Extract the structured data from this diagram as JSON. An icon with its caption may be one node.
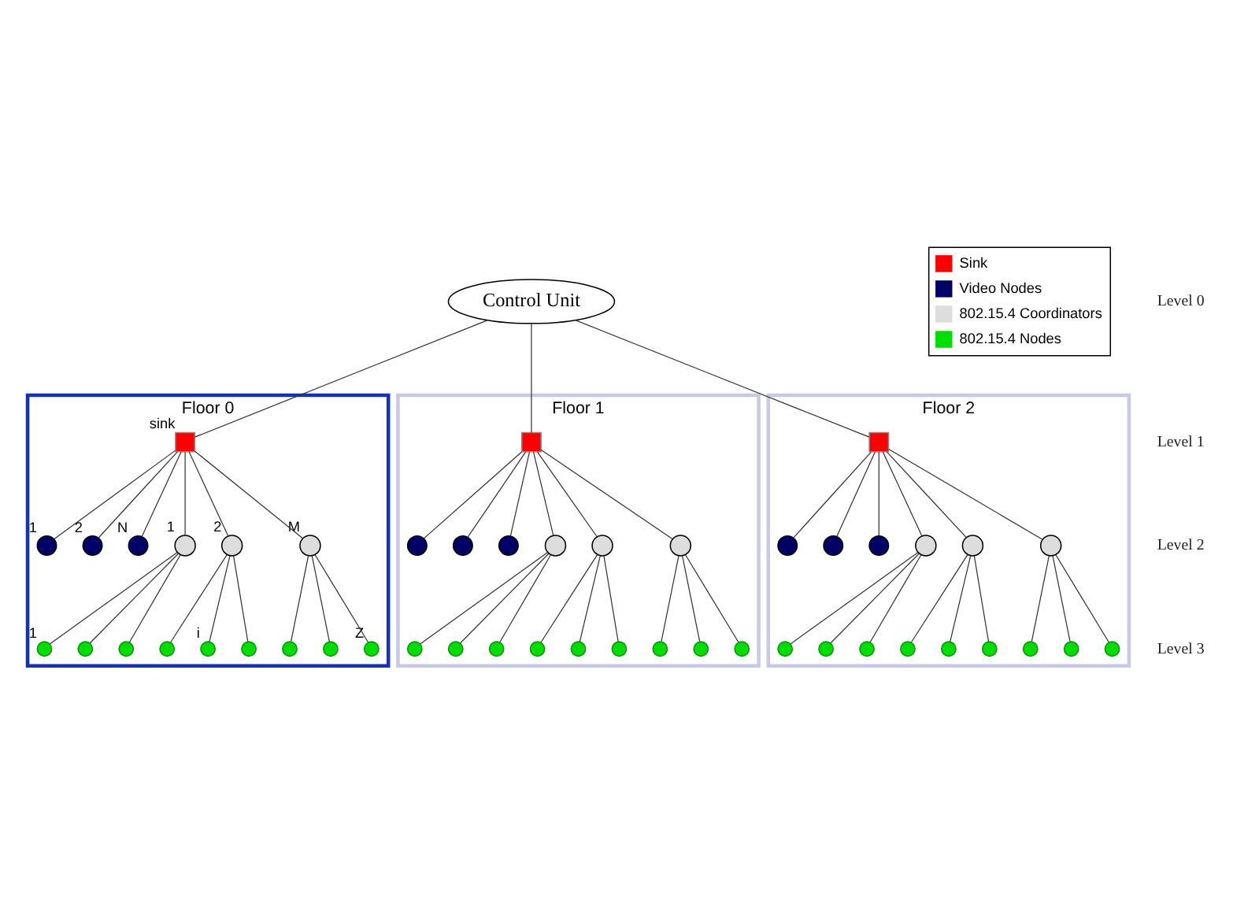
{
  "diagram": {
    "nodes": [
      {
        "text": [
          "Control Unit"
        ]
      },
      {
        "text": [
          "Floor 2"
        ]
      },
      {
        "text": [],
        "shape": "box",
        "in": 1
      },
      {
        "text": [],
        "shape": "circle",
        "in": 1
      },
      {
        "text": [],
        "shape": "circle",
        "in": 1
      },
      {
        "text": [],
        "shape": "circle",
        "in": 1
      },
      {
        "text": [],
        "shape": "circle",
        "in": 1
      },
      {
        "text": [],
        "shape": "circle",
        "in": 1
      },
      {
        "text": [],
        "shape": "circle",
        "in": 1
      },
      {
        "text": [],
        "shape": "circle",
        "in": 1
      },
      {
        "text": [],
        "shape": "circle",
        "in": 1
      },
      {
        "text": [],
        "shape": "circle",
        "in": 1
      },
      {
        "text": [],
        "shape": "circle",
        "in": 1
      },
      {
        "text": [],
        "shape": "circle",
        "in": 1
      },
      {
        "text": [],
        "shape": "circle",
        "in": 1
      },
      {
        "text": [],
        "shape": "circle",
        "in": 1
      },
      {
        "text": [],
        "shape": "circle",
        "in": 1
      },
      {
        "text": [],
        "shape": "circle",
        "in": 1
      },
      {
        "text": [
          "Floor 1"
        ]
      },
      {
        "text": [],
        "shape": "box",
        "in": 18
      },
      {
        "text": [],
        "shape": "circle",
        "in": 18
      },
      {
        "text": [],
        "shape": "circle",
        "in": 18
      },
      {
        "text": [],
        "shape": "circle",
        "in": 18
      },
      {
        "text": [],
        "shape": "circle",
        "in": 18
      },
      {
        "text": [],
        "shape": "circle",
        "in": 18
      },
      {
        "text": [],
        "shape": "circle",
        "in": 18
      },
      {
        "text": [],
        "shape": "circle",
        "in": 18
      },
      {
        "text": [],
        "shape": "circle",
        "in": 18
      },
      {
        "text": [],
        "shape": "circle",
        "in": 18
      },
      {
        "text": [],
        "shape": "circle",
        "in": 18
      },
      {
        "text": [],
        "shape": "circle",
        "in": 18
      },
      {
        "text": [],
        "shape": "circle",
        "in": 18
      },
      {
        "text": [],
        "shape": "circle",
        "in": 18
      },
      {
        "text": [],
        "shape": "circle",
        "in": 18
      },
      {
        "text": [],
        "shape": "circle",
        "in": 18
      },
      {
        "text": [
          "Floor 0"
        ]
      },
      {
        "text": [],
        "shape": "box",
        "in": 35,
        "beside": [
          "sink"
        ]
      },
      {
        "text": [],
        "shape": "circle",
        "in": 35,
        "beside": [
          "1"
        ]
      },
      {
        "text": [],
        "shape": "circle",
        "in": 35,
        "beside": [
          "2"
        ]
      },
      {
        "text": [],
        "shape": "circle",
        "in": 35,
        "beside": [
          "N"
        ]
      },
      {
        "text": [],
        "shape": "circle",
        "in": 35,
        "beside": [
          "1"
        ]
      },
      {
        "text": [],
        "shape": "circle",
        "in": 35,
        "beside": [
          "2"
        ]
      },
      {
        "text": [],
        "shape": "circle",
        "in": 35,
        "beside": [
          "M"
        ]
      },
      {
        "text": [],
        "shape": "circle",
        "in": 35,
        "beside": [
          "1"
        ]
      },
      {
        "text": [],
        "shape": "circle",
        "in": 35
      },
      {
        "text": [],
        "shape": "circle",
        "in": 35
      },
      {
        "text": [],
        "shape": "circle",
        "in": 35
      },
      {
        "text": [],
        "shape": "circle",
        "in": 35,
        "beside": [
          "i"
        ]
      },
      {
        "text": [],
        "shape": "circle",
        "in": 35
      },
      {
        "text": [],
        "shape": "circle",
        "in": 35
      },
      {
        "text": [],
        "shape": "circle",
        "in": 35
      },
      {
        "text": [],
        "shape": "circle",
        "in": 35,
        "beside": [
          "Z"
        ]
      }
    ],
    "edges": [
      {
        "from": 0,
        "to": 2,
        "arrow": "none"
      },
      {
        "from": 0,
        "to": 19,
        "arrow": "none"
      },
      {
        "from": 0,
        "to": 36,
        "arrow": "none"
      },
      {
        "from": 2,
        "to": 3,
        "arrow": "none"
      },
      {
        "from": 2,
        "to": 4,
        "arrow": "none"
      },
      {
        "from": 2,
        "to": 5,
        "arrow": "none"
      },
      {
        "from": 2,
        "to": 6,
        "arrow": "none"
      },
      {
        "from": 2,
        "to": 7,
        "arrow": "none"
      },
      {
        "from": 2,
        "to": 8,
        "arrow": "none"
      },
      {
        "from": 6,
        "to": 9,
        "arrow": "none"
      },
      {
        "from": 6,
        "to": 10,
        "arrow": "none"
      },
      {
        "from": 6,
        "to": 11,
        "arrow": "none"
      },
      {
        "from": 7,
        "to": 12,
        "arrow": "none"
      },
      {
        "from": 7,
        "to": 13,
        "arrow": "none"
      },
      {
        "from": 7,
        "to": 14,
        "arrow": "none"
      },
      {
        "from": 8,
        "to": 15,
        "arrow": "none"
      },
      {
        "from": 8,
        "to": 16,
        "arrow": "none"
      },
      {
        "from": 8,
        "to": 17,
        "arrow": "none"
      },
      {
        "from": 19,
        "to": 20,
        "arrow": "none"
      },
      {
        "from": 19,
        "to": 21,
        "arrow": "none"
      },
      {
        "from": 19,
        "to": 22,
        "arrow": "none"
      },
      {
        "from": 19,
        "to": 23,
        "arrow": "none"
      },
      {
        "from": 19,
        "to": 24,
        "arrow": "none"
      },
      {
        "from": 19,
        "to": 25,
        "arrow": "none"
      },
      {
        "from": 23,
        "to": 26,
        "arrow": "none"
      },
      {
        "from": 23,
        "to": 27,
        "arrow": "none"
      },
      {
        "from": 23,
        "to": 28,
        "arrow": "none"
      },
      {
        "from": 24,
        "to": 29,
        "arrow": "none"
      },
      {
        "from": 24,
        "to": 30,
        "arrow": "none"
      },
      {
        "from": 24,
        "to": 31,
        "arrow": "none"
      },
      {
        "from": 25,
        "to": 32,
        "arrow": "none"
      },
      {
        "from": 25,
        "to": 33,
        "arrow": "none"
      },
      {
        "from": 25,
        "to": 34,
        "arrow": "none"
      },
      {
        "from": 36,
        "to": 37,
        "arrow": "none"
      },
      {
        "from": 36,
        "to": 38,
        "arrow": "none"
      },
      {
        "from": 36,
        "to": 39,
        "arrow": "none"
      },
      {
        "from": 36,
        "to": 40,
        "arrow": "none"
      },
      {
        "from": 36,
        "to": 41,
        "arrow": "none"
      },
      {
        "from": 36,
        "to": 42,
        "arrow": "none"
      },
      {
        "from": 40,
        "to": 43,
        "arrow": "none"
      },
      {
        "from": 40,
        "to": 44,
        "arrow": "none"
      },
      {
        "from": 40,
        "to": 45,
        "arrow": "none"
      },
      {
        "from": 41,
        "to": 46,
        "arrow": "none"
      },
      {
        "from": 41,
        "to": 47,
        "arrow": "none"
      },
      {
        "from": 41,
        "to": 48,
        "arrow": "none"
      },
      {
        "from": 42,
        "to": 49,
        "arrow": "none"
      },
      {
        "from": 42,
        "to": 50,
        "arrow": "none"
      },
      {
        "from": 42,
        "to": 51,
        "arrow": "none"
      }
    ],
    "labels": [
      "Level 0",
      "Level 1",
      "Level 2",
      "Level 3"
    ],
    "legend": [
      {
        "text": "Sink",
        "color": "#ff0000"
      },
      {
        "text": "Video Nodes",
        "color": "#000066"
      },
      {
        "text": "802.15.4 Coordinators",
        "color": "#dddddd"
      },
      {
        "text": "802.15.4 Nodes",
        "color": "#00dd00"
      }
    ]
  }
}
